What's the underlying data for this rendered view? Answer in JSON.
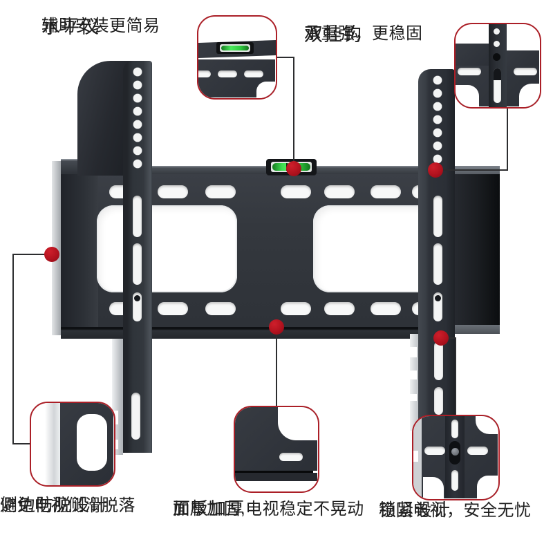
{
  "product": {
    "name": "tv-wall-mount-bracket",
    "colors": {
      "accent_red": "#ab1f27",
      "marker_red": "#b1121e",
      "level_green": "#35cb45",
      "metal_dark": "#30343a",
      "metal_black": "#1a1d21",
      "metal_gray": "#bcc0c4",
      "text": "#1f1f1f"
    }
  },
  "annotations": {
    "level": {
      "title": "水平仪",
      "desc": "辅助安装更简易"
    },
    "hooks": {
      "title": "双挂钩",
      "desc": "承重强，更稳固"
    },
    "side": {
      "title": "侧边防脱设计",
      "desc": "避免电视侧滑脱落"
    },
    "panel": {
      "title": "面板加厚",
      "desc": "加厚加固,电视稳定不晃动"
    },
    "lock": {
      "title": "锁紧设计",
      "desc": "稳固电视，安全无忧"
    }
  }
}
